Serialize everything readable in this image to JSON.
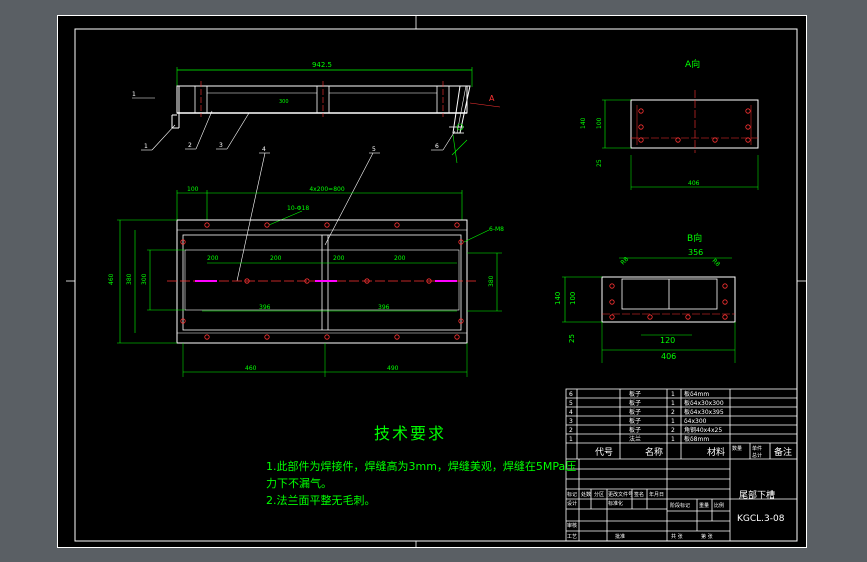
{
  "drawing": {
    "title": "尾部下槽",
    "code": "KGCL.3-08",
    "view_a_label": "A向",
    "view_b_label": "B向",
    "section_arrow_label": "A"
  },
  "dimensions": {
    "top_length": "942.5",
    "top_span": "4x200=800",
    "plan_left_offset": "100",
    "plan_holes": "10-Φ18",
    "plan_width_outer": "460",
    "plan_width_mid": "380",
    "plan_width_inner": "300",
    "right_height": "380",
    "spacing_1": "200",
    "spacing_2": "200",
    "spacing_3": "200",
    "spacing_4": "200",
    "inner_len_left": "396",
    "inner_len_right": "396",
    "bottom_left": "460",
    "bottom_right": "490",
    "weld_mark": "6-M8",
    "view_a_h1": "140",
    "view_a_h2": "100",
    "view_a_h3": "25",
    "view_a_width": "406",
    "view_b_width_top": "356",
    "view_b_h1": "140",
    "view_b_h2": "100",
    "view_b_h3": "25",
    "view_b_mid": "120",
    "view_b_width": "406",
    "view_b_r1": "R8",
    "view_b_r2": "R8"
  },
  "callouts": [
    "1",
    "2",
    "3",
    "4",
    "5",
    "6"
  ],
  "tech_notes": {
    "title": "技术要求",
    "line1": "1.此部件为焊接件，焊缝高为3mm，焊缝美观，焊缝在5MPa压",
    "line2": "力下不漏气。",
    "line3": "2.法兰面平整无毛刺。"
  },
  "bom": {
    "rows": [
      {
        "no": "6",
        "name": "板子",
        "qty": "1",
        "material": "板δ4mm"
      },
      {
        "no": "5",
        "name": "板子",
        "qty": "1",
        "material": "板δ4x30x300"
      },
      {
        "no": "4",
        "name": "板子",
        "qty": "2",
        "material": "板δ4x30x395"
      },
      {
        "no": "3",
        "name": "板子",
        "qty": "1",
        "material": "δ4x300"
      },
      {
        "no": "2",
        "name": "板子",
        "qty": "2",
        "material": "角钢40x4x25"
      },
      {
        "no": "1",
        "name": "法兰",
        "qty": "1",
        "material": "板δ8mm"
      }
    ],
    "header_code": "代号",
    "header_name": "名称",
    "header_material": "材料",
    "header_remark": "备注",
    "header_qty": "数量",
    "header_single": "单件",
    "header_total": "总计",
    "weight_label": "重量",
    "scale_label": "比例",
    "design_label": "设计",
    "review_label": "审核",
    "approve_label": "批准",
    "tb_mark": "标记",
    "tb_count": "处数",
    "tb_zone": "分区",
    "tb_change": "更改文件号",
    "tb_sign": "签名",
    "tb_date": "年月日",
    "tb_std": "标准化",
    "tb_stage": "阶段标记",
    "tb_craft": "工艺",
    "tb_sheets": "共 张",
    "tb_sheet": "第 张"
  },
  "colors": {
    "frame": "#ffffff",
    "dimension": "#00ff00",
    "outline": "#ffffff",
    "hole": "#ff3333",
    "center_line": "#ff3333",
    "callout": "#ffffff",
    "weld": "#ff00ff",
    "text_green": "#00ff00",
    "background_outer": "#5a5f64",
    "sheet": "#000000"
  }
}
